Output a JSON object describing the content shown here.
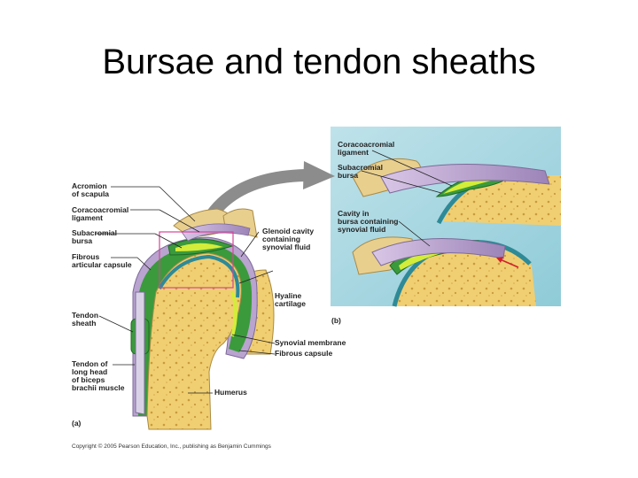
{
  "slide": {
    "title": "Bursae and tendon sheaths"
  },
  "figure": {
    "panel_a": "(a)",
    "panel_b": "(b)",
    "copyright": "Copyright © 2005 Pearson Education, Inc., publishing as Benjamin Cummings",
    "labels_a_left": {
      "acromion_1": "Acromion",
      "acromion_2": "of scapula",
      "coracoacromial_1": "Coracoacromial",
      "coracoacromial_2": "ligament",
      "subacromial_1": "Subacromial",
      "subacromial_2": "bursa",
      "fibrous_1": "Fibrous",
      "fibrous_2": "articular capsule",
      "tendon_sheath_1": "Tendon",
      "tendon_sheath_2": "sheath",
      "tendon_1": "Tendon of",
      "tendon_2": "long head",
      "tendon_3": "of biceps",
      "tendon_4": "brachii muscle"
    },
    "labels_a_right": {
      "glenoid_1": "Glenoid cavity",
      "glenoid_2": "containing",
      "glenoid_3": "synovial fluid",
      "hyaline_1": "Hyaline",
      "hyaline_2": "cartilage",
      "synovial_membrane": "Synovial membrane",
      "fibrous_capsule": "Fibrous capsule",
      "humerus": "Humerus"
    },
    "labels_b": {
      "coracoacromial_1": "Coracoacromial",
      "coracoacromial_2": "ligament",
      "subacromial_1": "Subacromial",
      "subacromial_2": "bursa",
      "cavity_1": "Cavity in",
      "cavity_2": "bursa containing",
      "cavity_3": "synovial fluid"
    }
  }
}
